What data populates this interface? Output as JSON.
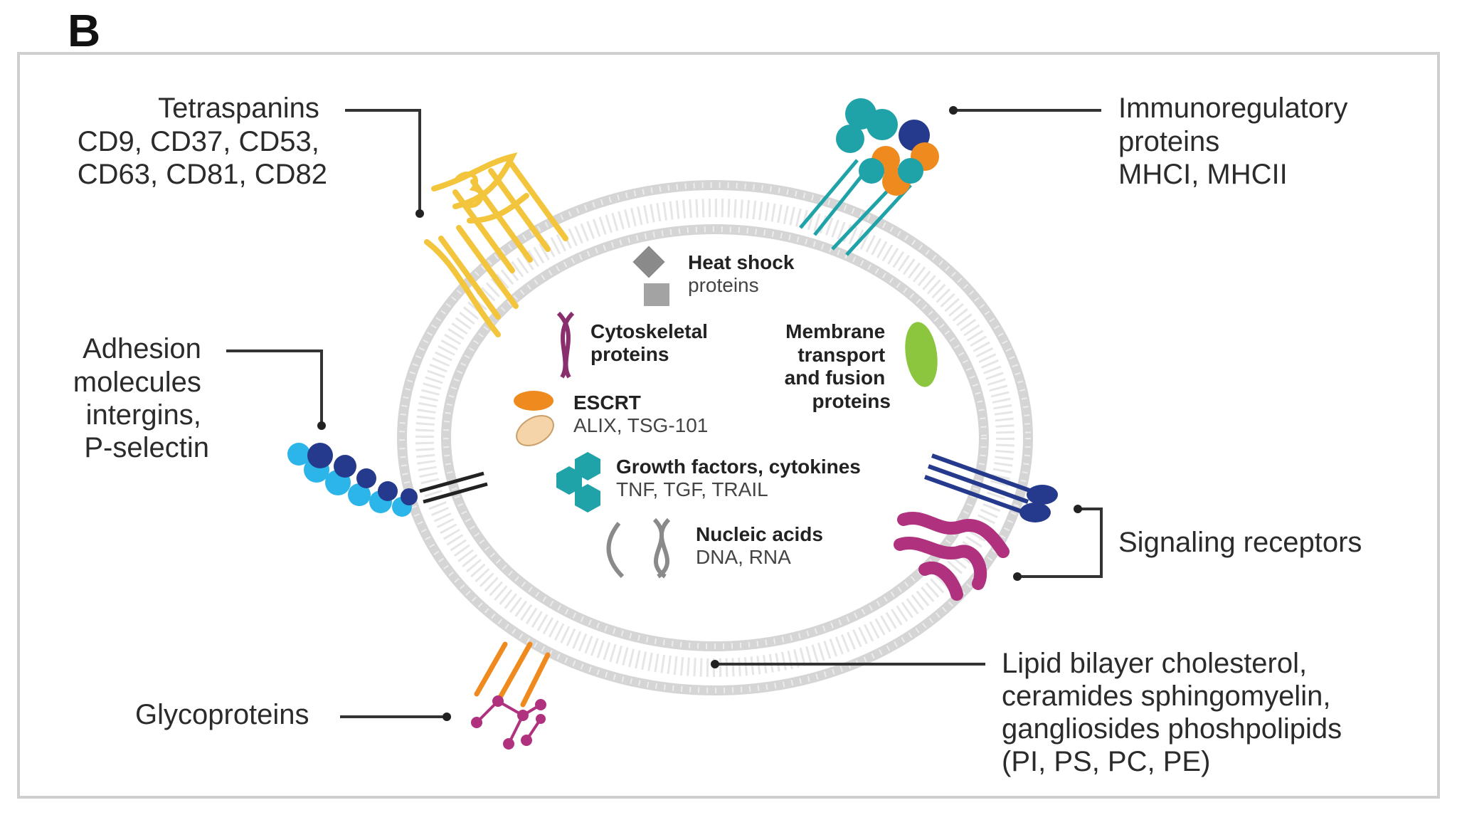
{
  "panel_label": "B",
  "external_labels": {
    "tetraspanins": [
      "Tetraspanins",
      "CD9, CD37, CD53,",
      "CD63, CD81, CD82"
    ],
    "immunoregulatory": [
      "Immunoregulatory",
      "proteins",
      "MHCI, MHCII"
    ],
    "adhesion": [
      "Adhesion",
      "molecules",
      "intergins,",
      "P-selectin"
    ],
    "signaling": "Signaling receptors",
    "glycoproteins": "Glycoproteins",
    "lipid": [
      "Lipid bilayer cholesterol,",
      "ceramides sphingomyelin,",
      "gangliosides phoshpolipids",
      "(PI, PS, PC, PE)"
    ]
  },
  "internal_labels": {
    "heat_shock": {
      "title": "Heat shock",
      "sub": "proteins"
    },
    "cytoskeletal": [
      "Cytoskeletal",
      "proteins"
    ],
    "membrane": [
      "Membrane",
      "transport",
      "and fusion",
      "proteins"
    ],
    "escrt": {
      "title": "ESCRT",
      "sub": "ALIX, TSG-101"
    },
    "growth": {
      "title": "Growth factors, cytokines",
      "sub": "TNF, TGF, TRAIL"
    },
    "nucleic": {
      "title": "Nucleic acids",
      "sub": "DNA, RNA"
    }
  },
  "colors": {
    "membrane": "#d9d9d9",
    "tetraspanin": "#f2c53d",
    "teal": "#1fa3a8",
    "navy": "#253a8c",
    "orange": "#ef8a1f",
    "magenta": "#b0327f",
    "green": "#8cc63f",
    "light_blue": "#2bb5e8",
    "grey_protein": "#8a8a8a"
  }
}
